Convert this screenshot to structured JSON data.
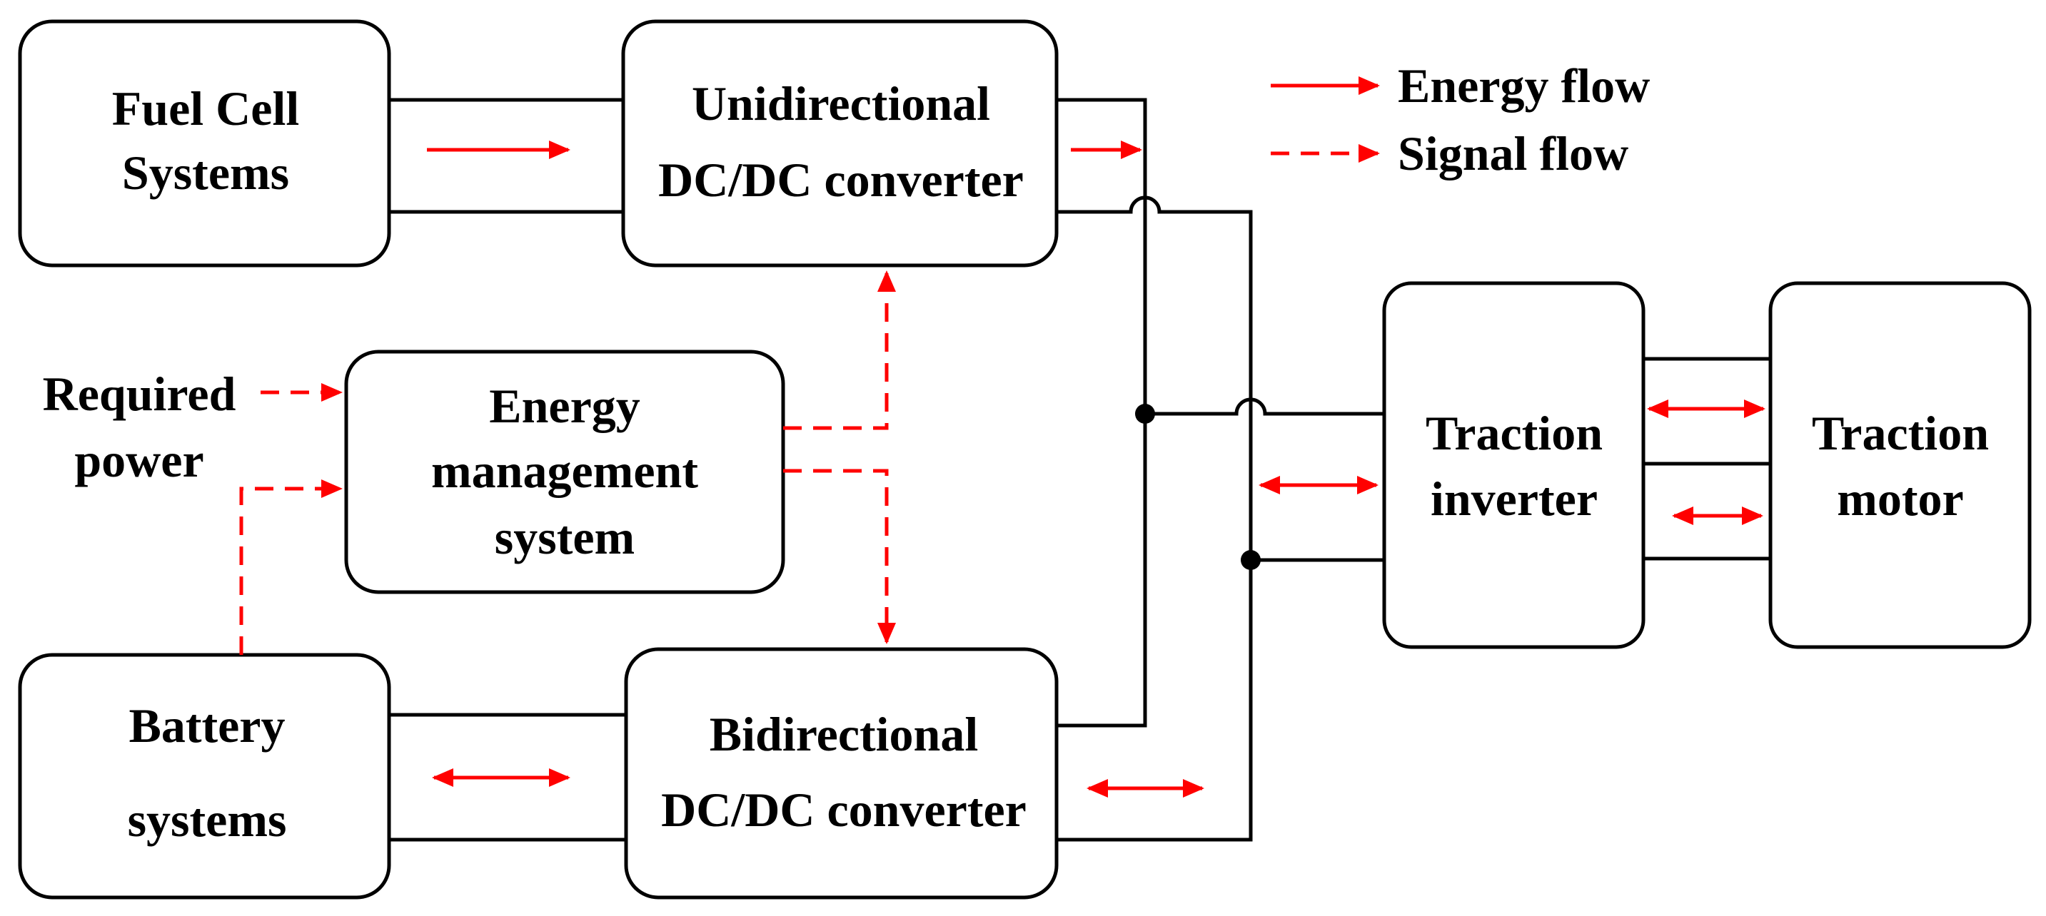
{
  "blocks": {
    "fuel_cell": {
      "line1": "Fuel Cell",
      "line2": "Systems"
    },
    "unidirectional": {
      "line1": "Unidirectional",
      "line2": "DC/DC converter"
    },
    "ems": {
      "line1": "Energy",
      "line2": "management",
      "line3": "system"
    },
    "battery": {
      "line1": "Battery",
      "line2": "systems"
    },
    "bidirectional": {
      "line1": "Bidirectional",
      "line2": "DC/DC converter"
    },
    "inverter": {
      "line1": "Traction",
      "line2": "inverter"
    },
    "motor": {
      "line1": "Traction",
      "line2": "motor"
    }
  },
  "inputs": {
    "required_power": {
      "line1": "Required",
      "line2": "power"
    }
  },
  "legend": {
    "energy_flow": "Energy flow",
    "signal_flow": "Signal flow"
  },
  "colors": {
    "flow": "#ff0000",
    "line": "#000000"
  }
}
